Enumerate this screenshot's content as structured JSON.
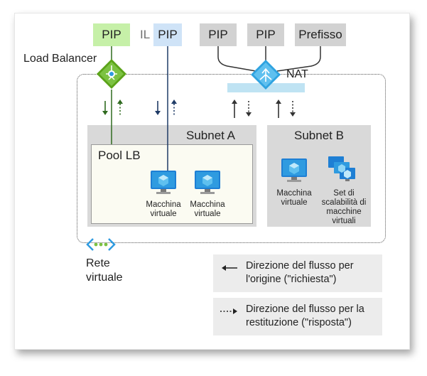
{
  "top_chips": {
    "pip_lb": "PIP",
    "il": "IL",
    "pip_il": "PIP",
    "pip_nat_1": "PIP",
    "pip_nat_2": "PIP",
    "prefix": "Prefisso"
  },
  "load_balancer_label": "Load Balancer",
  "nat_label": "NAT",
  "subnet_a_label": "Subnet A",
  "subnet_b_label": "Subnet B",
  "pool_label": "Pool LB",
  "vm_labels": {
    "vm1": [
      "Macchina",
      "virtuale"
    ],
    "vm2": [
      "Macchina",
      "virtuale"
    ],
    "vm3": [
      "Macchina",
      "virtuale"
    ],
    "scaleset": [
      "Set di",
      "scalabilità di",
      "macchine",
      "virtuali"
    ]
  },
  "vnet_label": [
    "Rete",
    "virtuale"
  ],
  "legend": {
    "request": [
      "Direzione del flusso per",
      "l'origine (\"richiesta\")"
    ],
    "response": [
      "Direzione del flusso per la",
      "restituzione (\"risposta\")"
    ]
  },
  "colors": {
    "lb_green": "#5ba319",
    "nat_blue": "#2fa3e0",
    "vm_blue": "#1e7fd4",
    "pip_green": "#c6f0a8",
    "pip_blue": "#cfe3f7",
    "pip_gray": "#d2d2d2",
    "line_green": "#2f6a1f",
    "line_navy": "#1f3b66"
  }
}
